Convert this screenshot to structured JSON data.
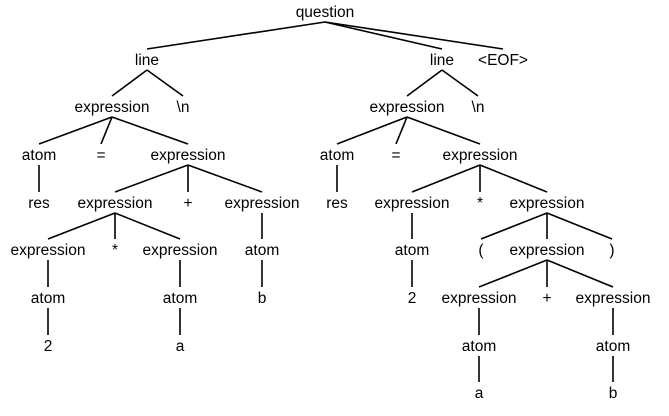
{
  "diagram": {
    "type": "parse-tree",
    "root": {
      "label": "question",
      "children": [
        {
          "label": "line",
          "children": [
            {
              "label": "expression",
              "children": [
                {
                  "label": "atom",
                  "children": [
                    {
                      "label": "res"
                    }
                  ]
                },
                {
                  "label": "="
                },
                {
                  "label": "expression",
                  "children": [
                    {
                      "label": "expression",
                      "children": [
                        {
                          "label": "expression",
                          "children": [
                            {
                              "label": "atom",
                              "children": [
                                {
                                  "label": "2"
                                }
                              ]
                            }
                          ]
                        },
                        {
                          "label": "*"
                        },
                        {
                          "label": "expression",
                          "children": [
                            {
                              "label": "atom",
                              "children": [
                                {
                                  "label": "a"
                                }
                              ]
                            }
                          ]
                        }
                      ]
                    },
                    {
                      "label": "+"
                    },
                    {
                      "label": "expression",
                      "children": [
                        {
                          "label": "atom",
                          "children": [
                            {
                              "label": "b"
                            }
                          ]
                        }
                      ]
                    }
                  ]
                }
              ]
            },
            {
              "label": "\\n"
            }
          ]
        },
        {
          "label": "line",
          "children": [
            {
              "label": "expression",
              "children": [
                {
                  "label": "atom",
                  "children": [
                    {
                      "label": "res"
                    }
                  ]
                },
                {
                  "label": "="
                },
                {
                  "label": "expression",
                  "children": [
                    {
                      "label": "expression",
                      "children": [
                        {
                          "label": "atom",
                          "children": [
                            {
                              "label": "2"
                            }
                          ]
                        }
                      ]
                    },
                    {
                      "label": "*"
                    },
                    {
                      "label": "expression",
                      "children": [
                        {
                          "label": "("
                        },
                        {
                          "label": "expression",
                          "children": [
                            {
                              "label": "expression",
                              "children": [
                                {
                                  "label": "atom",
                                  "children": [
                                    {
                                      "label": "a"
                                    }
                                  ]
                                }
                              ]
                            },
                            {
                              "label": "+"
                            },
                            {
                              "label": "expression",
                              "children": [
                                {
                                  "label": "atom",
                                  "children": [
                                    {
                                      "label": "b"
                                    }
                                  ]
                                }
                              ]
                            }
                          ]
                        },
                        {
                          "label": ")"
                        }
                      ]
                    }
                  ]
                }
              ]
            },
            {
              "label": "\\n"
            }
          ]
        },
        {
          "label": "<EOF>"
        }
      ]
    }
  }
}
